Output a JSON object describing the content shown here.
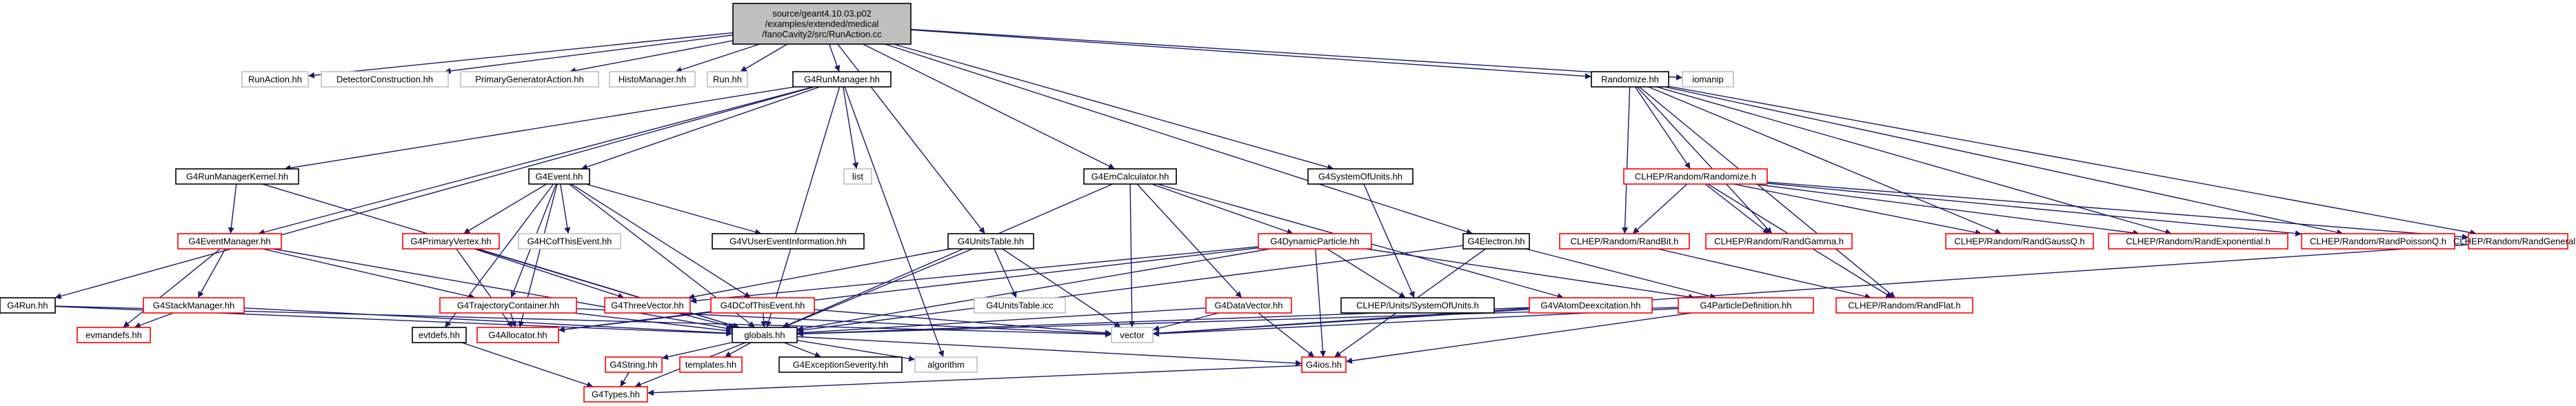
{
  "colors": {
    "root_fill": "#bfbfbf",
    "linked_border": "#000000",
    "undocumented_border": "#ff0000",
    "external_border": "#bfbfbf",
    "normal_fill": "#ffffff",
    "edge": "#191970"
  },
  "nodes": [
    {
      "id": "root",
      "lines": [
        "source/geant4.10.03.p02",
        "/examples/extended/medical",
        "/fanoCavity2/src/RunAction.cc"
      ],
      "style": "root"
    },
    {
      "id": "RunAction",
      "lines": [
        "RunAction.hh"
      ],
      "style": "external"
    },
    {
      "id": "DetectorConstruction",
      "lines": [
        "DetectorConstruction.hh"
      ],
      "style": "external"
    },
    {
      "id": "PrimaryGeneratorAction",
      "lines": [
        "PrimaryGeneratorAction.hh"
      ],
      "style": "external"
    },
    {
      "id": "HistoManager",
      "lines": [
        "HistoManager.hh"
      ],
      "style": "external"
    },
    {
      "id": "Run",
      "lines": [
        "Run.hh"
      ],
      "style": "external"
    },
    {
      "id": "G4RunManager",
      "lines": [
        "G4RunManager.hh"
      ],
      "style": "linked"
    },
    {
      "id": "G4EmCalculator",
      "lines": [
        "G4EmCalculator.hh"
      ],
      "style": "linked"
    },
    {
      "id": "G4SystemOfUnits",
      "lines": [
        "G4SystemOfUnits.hh"
      ],
      "style": "linked"
    },
    {
      "id": "Randomize",
      "lines": [
        "Randomize.hh"
      ],
      "style": "linked"
    },
    {
      "id": "iomanip",
      "lines": [
        "iomanip"
      ],
      "style": "external"
    },
    {
      "id": "G4RunManagerKernel",
      "lines": [
        "G4RunManagerKernel.hh"
      ],
      "style": "linked"
    },
    {
      "id": "G4Event",
      "lines": [
        "G4Event.hh"
      ],
      "style": "linked"
    },
    {
      "id": "list",
      "lines": [
        "list"
      ],
      "style": "external"
    },
    {
      "id": "G4UnitsTable",
      "lines": [
        "G4UnitsTable.hh"
      ],
      "style": "linked"
    },
    {
      "id": "G4Electron",
      "lines": [
        "G4Electron.hh"
      ],
      "style": "linked"
    },
    {
      "id": "ClhepRandomize",
      "lines": [
        "CLHEP/Random/Randomize.h"
      ],
      "style": "undocumented"
    },
    {
      "id": "G4EventManager",
      "lines": [
        "G4EventManager.hh"
      ],
      "style": "undocumented"
    },
    {
      "id": "G4PrimaryVertex",
      "lines": [
        "G4PrimaryVertex.hh"
      ],
      "style": "undocumented"
    },
    {
      "id": "G4HCofThisEvent",
      "lines": [
        "G4HCofThisEvent.hh"
      ],
      "style": "external"
    },
    {
      "id": "G4VUserEventInformation",
      "lines": [
        "G4VUserEventInformation.hh"
      ],
      "style": "linked"
    },
    {
      "id": "G4DynamicParticle",
      "lines": [
        "G4DynamicParticle.hh"
      ],
      "style": "undocumented"
    },
    {
      "id": "RandBit",
      "lines": [
        "CLHEP/Random/RandBit.h"
      ],
      "style": "undocumented"
    },
    {
      "id": "RandGamma",
      "lines": [
        "CLHEP/Random/RandGamma.h"
      ],
      "style": "undocumented"
    },
    {
      "id": "RandGaussQ",
      "lines": [
        "CLHEP/Random/RandGaussQ.h"
      ],
      "style": "undocumented"
    },
    {
      "id": "RandExponential",
      "lines": [
        "CLHEP/Random/RandExponential.h"
      ],
      "style": "undocumented"
    },
    {
      "id": "RandPoissonQ",
      "lines": [
        "CLHEP/Random/RandPoissonQ.h"
      ],
      "style": "undocumented"
    },
    {
      "id": "RandGeneral",
      "lines": [
        "CLHEP/Random/RandGeneral.h"
      ],
      "style": "undocumented"
    },
    {
      "id": "G4Run",
      "lines": [
        "G4Run.hh"
      ],
      "style": "linked"
    },
    {
      "id": "G4StackManager",
      "lines": [
        "G4StackManager.hh"
      ],
      "style": "undocumented"
    },
    {
      "id": "G4TrajectoryContainer",
      "lines": [
        "G4TrajectoryContainer.hh"
      ],
      "style": "undocumented"
    },
    {
      "id": "G4ThreeVector",
      "lines": [
        "G4ThreeVector.hh"
      ],
      "style": "undocumented"
    },
    {
      "id": "G4DCofThisEvent",
      "lines": [
        "G4DCofThisEvent.hh"
      ],
      "style": "undocumented"
    },
    {
      "id": "G4UnitsTableIcc",
      "lines": [
        "G4UnitsTable.icc"
      ],
      "style": "external"
    },
    {
      "id": "G4DataVector",
      "lines": [
        "G4DataVector.hh"
      ],
      "style": "undocumented"
    },
    {
      "id": "ClhepSystemOfUnits",
      "lines": [
        "CLHEP/Units/SystemOfUnits.h"
      ],
      "style": "linked"
    },
    {
      "id": "G4VAtomDeexcitation",
      "lines": [
        "G4VAtomDeexcitation.hh"
      ],
      "style": "undocumented"
    },
    {
      "id": "G4ParticleDefinition",
      "lines": [
        "G4ParticleDefinition.hh"
      ],
      "style": "undocumented"
    },
    {
      "id": "RandFlat",
      "lines": [
        "CLHEP/Random/RandFlat.h"
      ],
      "style": "undocumented"
    },
    {
      "id": "evmandefs",
      "lines": [
        "evmandefs.hh"
      ],
      "style": "undocumented"
    },
    {
      "id": "evtdefs",
      "lines": [
        "evtdefs.hh"
      ],
      "style": "linked"
    },
    {
      "id": "G4Allocator",
      "lines": [
        "G4Allocator.hh"
      ],
      "style": "undocumented"
    },
    {
      "id": "globals",
      "lines": [
        "globals.hh"
      ],
      "style": "linked"
    },
    {
      "id": "vector",
      "lines": [
        "vector"
      ],
      "style": "external"
    },
    {
      "id": "G4String",
      "lines": [
        "G4String.hh"
      ],
      "style": "undocumented"
    },
    {
      "id": "templates",
      "lines": [
        "templates.hh"
      ],
      "style": "undocumented"
    },
    {
      "id": "G4ExceptionSeverity",
      "lines": [
        "G4ExceptionSeverity.hh"
      ],
      "style": "linked"
    },
    {
      "id": "algorithm",
      "lines": [
        "algorithm"
      ],
      "style": "external"
    },
    {
      "id": "G4ios",
      "lines": [
        "G4ios.hh"
      ],
      "style": "undocumented"
    },
    {
      "id": "G4Types",
      "lines": [
        "G4Types.hh"
      ],
      "style": "undocumented"
    }
  ],
  "edges": [
    [
      "root",
      "RunAction"
    ],
    [
      "root",
      "DetectorConstruction"
    ],
    [
      "root",
      "PrimaryGeneratorAction"
    ],
    [
      "root",
      "HistoManager"
    ],
    [
      "root",
      "Run"
    ],
    [
      "root",
      "G4RunManager"
    ],
    [
      "root",
      "G4EmCalculator"
    ],
    [
      "root",
      "G4SystemOfUnits"
    ],
    [
      "root",
      "Randomize"
    ],
    [
      "root",
      "iomanip"
    ],
    [
      "root",
      "G4UnitsTable"
    ],
    [
      "root",
      "G4Electron"
    ],
    [
      "G4RunManager",
      "G4RunManagerKernel"
    ],
    [
      "G4RunManager",
      "G4Event"
    ],
    [
      "G4RunManager",
      "list"
    ],
    [
      "G4RunManager",
      "G4EventManager"
    ],
    [
      "G4RunManager",
      "G4Run"
    ],
    [
      "G4RunManager",
      "globals"
    ],
    [
      "G4RunManager",
      "algorithm"
    ],
    [
      "G4RunManagerKernel",
      "G4EventManager"
    ],
    [
      "G4RunManagerKernel",
      "globals"
    ],
    [
      "G4Event",
      "G4PrimaryVertex"
    ],
    [
      "G4Event",
      "G4HCofThisEvent"
    ],
    [
      "G4Event",
      "G4VUserEventInformation"
    ],
    [
      "G4Event",
      "G4TrajectoryContainer"
    ],
    [
      "G4Event",
      "G4DCofThisEvent"
    ],
    [
      "G4Event",
      "evtdefs"
    ],
    [
      "G4Event",
      "G4Allocator"
    ],
    [
      "G4Event",
      "globals"
    ],
    [
      "G4EventManager",
      "G4StackManager"
    ],
    [
      "G4EventManager",
      "G4TrajectoryContainer"
    ],
    [
      "G4EventManager",
      "evmandefs"
    ],
    [
      "G4EventManager",
      "globals"
    ],
    [
      "G4StackManager",
      "evmandefs"
    ],
    [
      "G4StackManager",
      "globals"
    ],
    [
      "G4PrimaryVertex",
      "G4Allocator"
    ],
    [
      "G4PrimaryVertex",
      "globals"
    ],
    [
      "G4PrimaryVertex",
      "G4ThreeVector"
    ],
    [
      "G4TrajectoryContainer",
      "G4Allocator"
    ],
    [
      "G4TrajectoryContainer",
      "globals"
    ],
    [
      "G4TrajectoryContainer",
      "vector"
    ],
    [
      "G4DCofThisEvent",
      "G4Allocator"
    ],
    [
      "G4DCofThisEvent",
      "globals"
    ],
    [
      "G4DCofThisEvent",
      "vector"
    ],
    [
      "G4ThreeVector",
      "globals"
    ],
    [
      "evtdefs",
      "G4Types"
    ],
    [
      "G4Run",
      "globals"
    ],
    [
      "G4Run",
      "vector"
    ],
    [
      "G4EmCalculator",
      "G4DynamicParticle"
    ],
    [
      "G4EmCalculator",
      "G4DataVector"
    ],
    [
      "G4EmCalculator",
      "G4VAtomDeexcitation"
    ],
    [
      "G4EmCalculator",
      "globals"
    ],
    [
      "G4EmCalculator",
      "vector"
    ],
    [
      "G4DynamicParticle",
      "G4ThreeVector"
    ],
    [
      "G4DynamicParticle",
      "G4ParticleDefinition"
    ],
    [
      "G4DynamicParticle",
      "G4Allocator"
    ],
    [
      "G4DynamicParticle",
      "globals"
    ],
    [
      "G4DynamicParticle",
      "G4ios"
    ],
    [
      "G4DynamicParticle",
      "ClhepSystemOfUnits"
    ],
    [
      "G4DataVector",
      "globals"
    ],
    [
      "G4DataVector",
      "vector"
    ],
    [
      "G4DataVector",
      "G4ios"
    ],
    [
      "G4VAtomDeexcitation",
      "globals"
    ],
    [
      "G4VAtomDeexcitation",
      "vector"
    ],
    [
      "G4SystemOfUnits",
      "ClhepSystemOfUnits"
    ],
    [
      "G4UnitsTable",
      "globals"
    ],
    [
      "G4UnitsTable",
      "G4ThreeVector"
    ],
    [
      "G4UnitsTable",
      "G4UnitsTableIcc"
    ],
    [
      "G4UnitsTable",
      "vector"
    ],
    [
      "G4Electron",
      "G4ParticleDefinition"
    ],
    [
      "G4Electron",
      "globals"
    ],
    [
      "G4Electron",
      "G4ios"
    ],
    [
      "G4ParticleDefinition",
      "globals"
    ],
    [
      "G4ParticleDefinition",
      "vector"
    ],
    [
      "G4ParticleDefinition",
      "G4ios"
    ],
    [
      "Randomize",
      "ClhepRandomize"
    ],
    [
      "Randomize",
      "RandBit"
    ],
    [
      "Randomize",
      "RandGamma"
    ],
    [
      "Randomize",
      "RandGaussQ"
    ],
    [
      "Randomize",
      "RandExponential"
    ],
    [
      "Randomize",
      "RandPoissonQ"
    ],
    [
      "Randomize",
      "RandGeneral"
    ],
    [
      "Randomize",
      "RandFlat"
    ],
    [
      "ClhepRandomize",
      "RandBit"
    ],
    [
      "ClhepRandomize",
      "RandGamma"
    ],
    [
      "ClhepRandomize",
      "RandGaussQ"
    ],
    [
      "ClhepRandomize",
      "RandExponential"
    ],
    [
      "ClhepRandomize",
      "RandPoissonQ"
    ],
    [
      "ClhepRandomize",
      "RandGeneral"
    ],
    [
      "ClhepRandomize",
      "RandFlat"
    ],
    [
      "RandBit",
      "RandFlat"
    ],
    [
      "RandGeneral",
      "vector"
    ],
    [
      "globals",
      "G4String"
    ],
    [
      "globals",
      "templates"
    ],
    [
      "globals",
      "G4ExceptionSeverity"
    ],
    [
      "globals",
      "algorithm"
    ],
    [
      "globals",
      "G4ios"
    ],
    [
      "globals",
      "G4Types"
    ],
    [
      "G4String",
      "G4Types"
    ],
    [
      "G4ios",
      "G4Types"
    ]
  ]
}
